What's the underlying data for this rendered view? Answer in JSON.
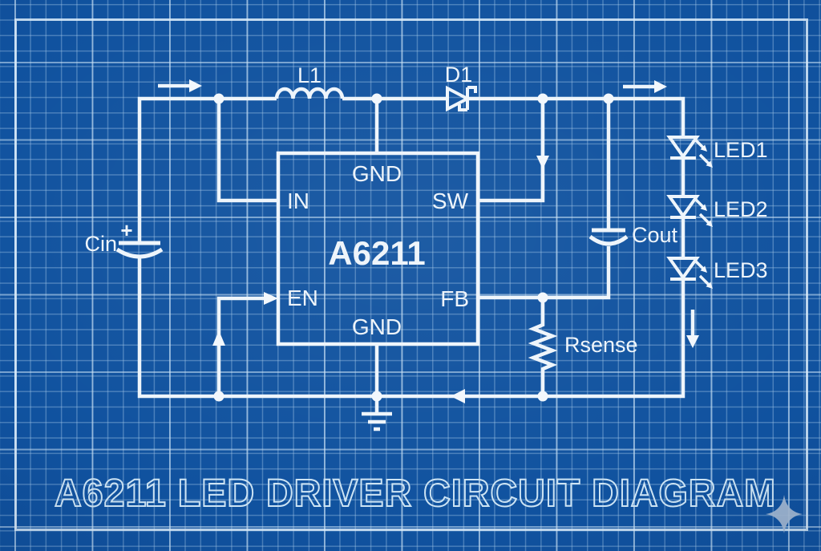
{
  "title": "A6211 LED DRIVER CIRCUIT DIAGRAM",
  "ic": {
    "name": "A6211",
    "pin_in": "IN",
    "pin_sw": "SW",
    "pin_en": "EN",
    "pin_fb": "FB",
    "pin_gnd_top": "GND",
    "pin_gnd_bottom": "GND"
  },
  "components": {
    "inductor": "L1",
    "diode": "D1",
    "input_cap": "Cin",
    "input_cap_polarity": "+",
    "output_cap": "Cout",
    "sense_resistor": "Rsense",
    "led1": "LED1",
    "led2": "LED2",
    "led3": "LED3"
  },
  "colors": {
    "background": "#10529f",
    "grid_minor": "#5a8cc8",
    "grid_major": "#bcd9ef",
    "frame": "#daecfa",
    "wire": "#eef5fb",
    "label": "#edf4fa",
    "title_outline": "#cde4f4",
    "sparkle": "#a6bbd3"
  }
}
